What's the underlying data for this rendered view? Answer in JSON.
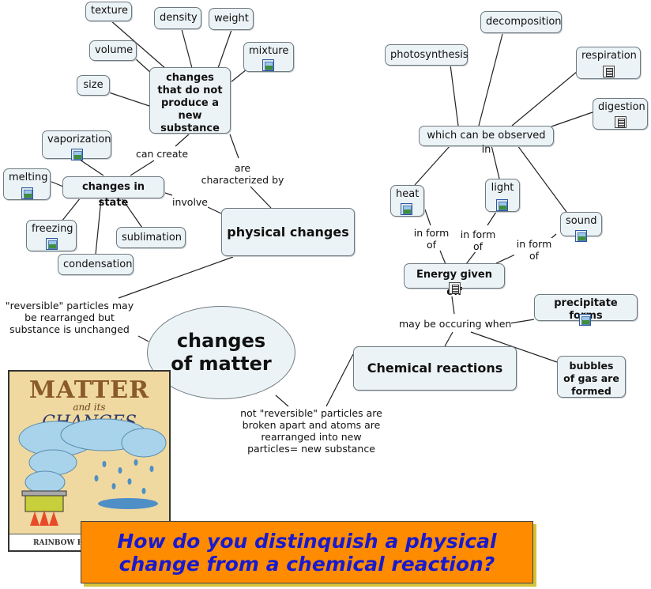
{
  "nodes": {
    "texture": "texture",
    "density": "density",
    "weight": "weight",
    "volume": "volume",
    "mixture": "mixture",
    "size": "size",
    "changes_no_new_substance": "changes that do not produce a new substance",
    "vaporization": "vaporization",
    "melting": "melting",
    "changes_in_state": "changes in state",
    "freezing": "freezing",
    "sublimation": "sublimation",
    "condensation": "condensation",
    "physical_changes": "physical changes",
    "changes_of_matter": "changes of matter",
    "photosynthesis": "photosynthesis",
    "decomposition": "decomposition",
    "respiration": "respiration",
    "digestion": "digestion",
    "which_observed": "which can be observed in",
    "heat": "heat",
    "light": "light",
    "sound": "sound",
    "energy_given_off": "Energy given off",
    "precipitate_forms": "precipitate forms",
    "chemical_reactions": "Chemical reactions",
    "bubbles_gas": "bubbles of gas are formed"
  },
  "links": {
    "can_create": "can create",
    "are_characterized_by": "are characterized by",
    "involve": "involve",
    "reversible": "\"reversible\" particles may be rearranged but substance is unchanged",
    "in_form_of_1": "in form of",
    "in_form_of_2": "in form of",
    "in_form_of_3": "in form of",
    "may_be_occuring_when": "may be occuring when",
    "not_reversible": "not \"reversible\" particles are broken apart and atoms are rearranged into new particles= new substance"
  },
  "book_cover": {
    "title": "MATTER",
    "subtitle": "and its",
    "title2": "CHANGES",
    "publisher": "RAINBOW H"
  },
  "question": "How do you distinquish a physical change from a chemical reaction?",
  "colors": {
    "node_fill": "#ecf3f6",
    "node_border": "#6f7a80",
    "question_fill": "#ff8c00",
    "question_text": "#1a1acd",
    "question_shadow": "#d4c23a"
  }
}
